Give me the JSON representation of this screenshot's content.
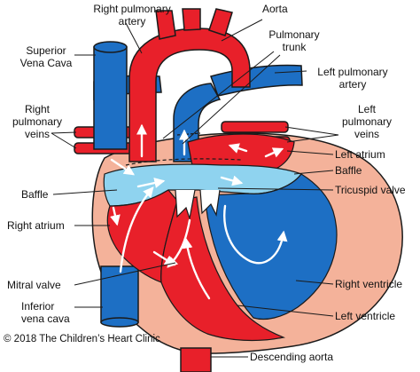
{
  "labels": {
    "right_pulmonary_artery": [
      "Right pulmonary",
      "artery"
    ],
    "aorta": "Aorta",
    "pulmonary_trunk": [
      "Pulmonary",
      "trunk"
    ],
    "superior_vena_cava": [
      "Superior",
      "Vena Cava"
    ],
    "left_pulmonary_artery": [
      "Left pulmonary",
      "artery"
    ],
    "right_pulmonary_veins": [
      "Right",
      "pulmonary",
      "veins"
    ],
    "left_pulmonary_veins": [
      "Left",
      "pulmonary",
      "veins"
    ],
    "left_atrium": "Left atrium",
    "baffle_right": "Baffle",
    "baffle_left": "Baffle",
    "tricuspid_valve": "Tricuspid valve",
    "right_atrium": "Right atrium",
    "mitral_valve": "Mitral valve",
    "right_ventricle": "Right ventricle",
    "inferior_vena_cava": [
      "Inferior",
      "vena cava"
    ],
    "left_ventricle": "Left ventricle",
    "descending_aorta": "Descending aorta"
  },
  "copyright": "© 2018 The Children’s Heart Clinic",
  "colors": {
    "oxygenated_red": "#e8202a",
    "deoxygenated_blue": "#1d6fc4",
    "baffle_light_blue": "#8fd3ef",
    "heart_wall": "#f4b29a",
    "outline": "#1a1a1a"
  }
}
